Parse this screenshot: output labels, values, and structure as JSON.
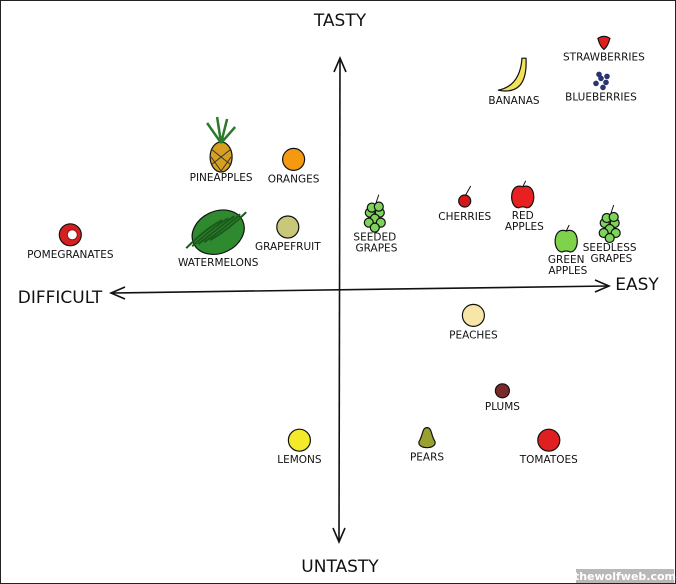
{
  "chart_data": {
    "type": "scatter",
    "title": "",
    "xlabel_left": "DIFFICULT",
    "xlabel_right": "EASY",
    "ylabel_top": "TASTY",
    "ylabel_bottom": "UNTASTY",
    "xlim": [
      -1,
      1
    ],
    "ylim": [
      -1,
      1
    ],
    "grid": false,
    "points": [
      {
        "label": "STRAWBERRIES",
        "x": 0.91,
        "y": 0.96,
        "color": "#e02020",
        "shape": "strawberry"
      },
      {
        "label": "BLUEBERRIES",
        "x": 0.9,
        "y": 0.81,
        "color": "#2a3570",
        "shape": "berries"
      },
      {
        "label": "BANANAS",
        "x": 0.6,
        "y": 0.83,
        "color": "#f2e25a",
        "shape": "banana"
      },
      {
        "label": "PINEAPPLES",
        "x": -0.41,
        "y": 0.55,
        "color": "#d8a020",
        "shape": "pineapple"
      },
      {
        "label": "ORANGES",
        "x": -0.16,
        "y": 0.51,
        "color": "#f59a10",
        "shape": "round"
      },
      {
        "label": "POMEGRANATES",
        "x": -0.93,
        "y": 0.22,
        "color": "#d42020",
        "shape": "round"
      },
      {
        "label": "WATERMELONS",
        "x": -0.42,
        "y": 0.23,
        "color": "#2f8a2f",
        "shape": "melon"
      },
      {
        "label": "GRAPEFRUIT",
        "x": -0.18,
        "y": 0.25,
        "color": "#c9c87a",
        "shape": "round"
      },
      {
        "label": "SEEDED GRAPES",
        "x": 0.12,
        "y": 0.29,
        "color": "#7ed35a",
        "shape": "grapes"
      },
      {
        "label": "CHERRIES",
        "x": 0.43,
        "y": 0.35,
        "color": "#d41818",
        "shape": "cherry"
      },
      {
        "label": "RED APPLES",
        "x": 0.63,
        "y": 0.37,
        "color": "#e82020",
        "shape": "apple"
      },
      {
        "label": "GREEN APPLES",
        "x": 0.78,
        "y": 0.2,
        "color": "#7ed34a",
        "shape": "apple"
      },
      {
        "label": "SEEDLESS GRAPES",
        "x": 0.93,
        "y": 0.25,
        "color": "#7ed35a",
        "shape": "grapes"
      },
      {
        "label": "PEACHES",
        "x": 0.46,
        "y": -0.09,
        "color": "#f6e6a8",
        "shape": "round"
      },
      {
        "label": "PLUMS",
        "x": 0.56,
        "y": -0.38,
        "color": "#7a2a2a",
        "shape": "small"
      },
      {
        "label": "LEMONS",
        "x": -0.14,
        "y": -0.57,
        "color": "#f3ea2a",
        "shape": "round"
      },
      {
        "label": "PEARS",
        "x": 0.3,
        "y": -0.56,
        "color": "#9aa030",
        "shape": "pear"
      },
      {
        "label": "TOMATOES",
        "x": 0.72,
        "y": -0.57,
        "color": "#e02020",
        "shape": "round"
      }
    ]
  },
  "watermark": "thewolfweb.com"
}
